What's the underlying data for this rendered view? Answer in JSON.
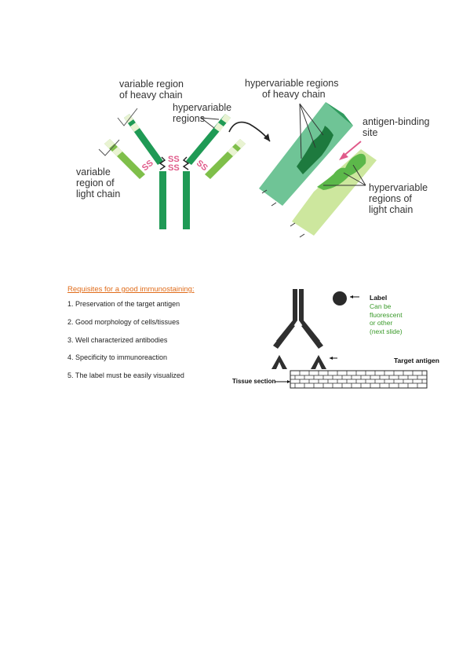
{
  "antibody_figure": {
    "labels": {
      "variable_heavy": [
        "variable region",
        "of heavy chain"
      ],
      "hypervariable": [
        "hypervariable",
        "regions"
      ],
      "variable_light": [
        "variable",
        "region of",
        "light chain"
      ],
      "hv_heavy": [
        "hypervariable regions",
        "of heavy chain"
      ],
      "antigen_binding": [
        "antigen-binding",
        "site"
      ],
      "hv_light": [
        "hypervariable",
        "regions of",
        "light chain"
      ],
      "ss": "SS"
    }
  },
  "requisites": {
    "title": "Requisites for a good immunostaining:",
    "items": [
      "1. Preservation of the target antigen",
      "2. Good morphology of cells/tissues",
      "3. Well characterized antibodies",
      "4. Specificity to immunoreaction",
      "5. The label must be easily visualized"
    ]
  },
  "staining_figure": {
    "label_title": "Label",
    "label_note": [
      "Can be",
      "fluorescent",
      "or other",
      "(next slide)"
    ],
    "target_antigen": "Target antigen",
    "tissue_section": "Tissue section"
  },
  "colors": {
    "dark_green": "#1f9a55",
    "mid_green": "#4aa86a",
    "light_green": "#b8d98a",
    "ss_pink": "#e05a8a",
    "heading_orange": "#e06c1a",
    "note_green": "#3a9a2a"
  }
}
